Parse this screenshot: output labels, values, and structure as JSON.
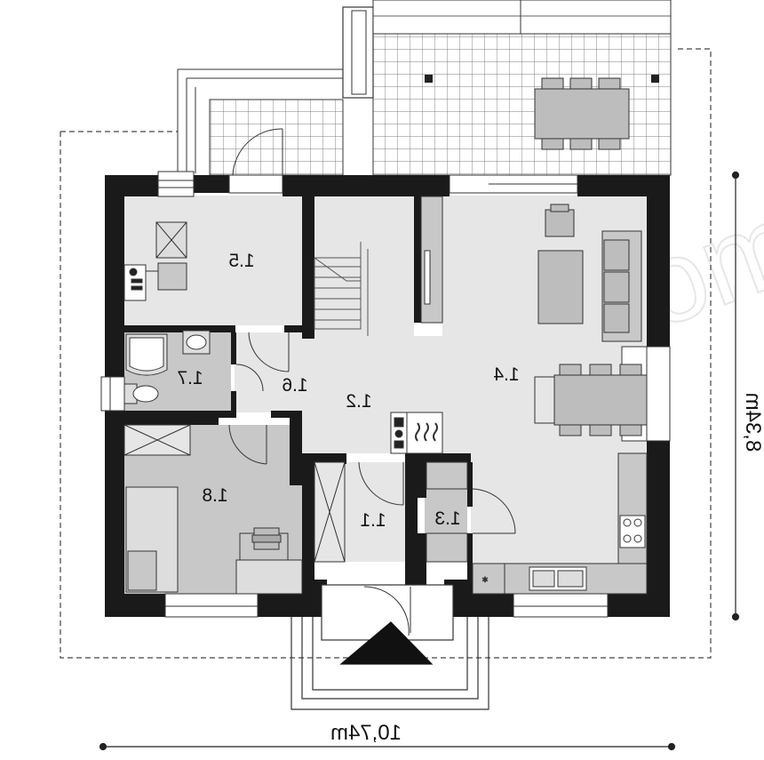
{
  "rooms": {
    "r15": "1.5",
    "r17": "1.7",
    "r16": "1.6",
    "r12": "1.2",
    "r14": "1.4",
    "r18": "1.8",
    "r11": "1.1",
    "r13": "1.3"
  },
  "dimensions": {
    "width": "10,74m",
    "depth": "8,34m"
  },
  "watermark": "extradom",
  "colors": {
    "wall": "#1a1a1a",
    "floor_light": "#e6e6e6",
    "floor_dark": "#c8c8c8",
    "fixture": "#bdbdbd"
  }
}
